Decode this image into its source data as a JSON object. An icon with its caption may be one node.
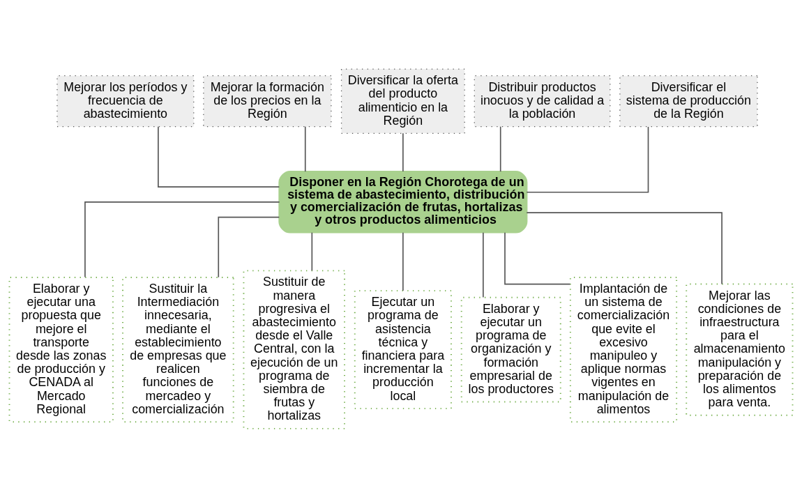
{
  "diagram": {
    "nodes": [
      {
        "text": [
          "Mejorar los períodos y frecuencia de abastecimiento"
        ]
      },
      {
        "text": [
          "Mejorar la formación de los precios en la Región"
        ]
      },
      {
        "text": [
          "Diversificar la oferta del producto alimenticio en la Región"
        ]
      },
      {
        "text": [
          "Distribuir productos inocuos y de calidad a la población"
        ]
      },
      {
        "text": [
          "Diversificar el sistema de producción de la Región"
        ]
      },
      {
        "text": [
          "Disponer en la Región Chorotega de un sistema de abastecimiento, distribución y comercialización de frutas, hortalizas y otros productos alimenticios"
        ]
      },
      {
        "text": [
          "Elaborar y ejecutar una propuesta que mejore el transporte desde las zonas de producción y CENADA al Mercado Regional"
        ]
      },
      {
        "text": [
          "Sustituir la Intermediación innecesaria, mediante el establecimiento de empresas que realicen funciones de mercadeo y comercialización"
        ]
      },
      {
        "text": [
          "Sustituir de manera progresiva el abastecimiento desde el Valle Central, con la ejecución de un programa de siembra de frutas y hortalizas"
        ]
      },
      {
        "text": [
          "Ejecutar un programa de asistencia técnica y financiera para incrementar la producción local"
        ]
      },
      {
        "text": [
          "Elaborar y ejecutar un programa de organización y formación empresarial de los productores"
        ]
      },
      {
        "text": [
          "Implantación de un sistema de comercialización que evite el excesivo manipuleo y aplique normas vigentes en manipulación de alimentos"
        ]
      },
      {
        "text": [
          "Mejorar las condiciones de infraestructura para el almacenamiento manipulación y preparación de los alimentos para venta."
        ]
      }
    ],
    "edges": [
      {
        "from": 0,
        "to": 5,
        "arrow": "none"
      },
      {
        "from": 1,
        "to": 5,
        "arrow": "none"
      },
      {
        "from": 2,
        "to": 5,
        "arrow": "none"
      },
      {
        "from": 3,
        "to": 5,
        "arrow": "none"
      },
      {
        "from": 4,
        "to": 5,
        "arrow": "none"
      },
      {
        "from": 5,
        "to": 6,
        "arrow": "none"
      },
      {
        "from": 5,
        "to": 7,
        "arrow": "none"
      },
      {
        "from": 5,
        "to": 8,
        "arrow": "none"
      },
      {
        "from": 5,
        "to": 9,
        "arrow": "none"
      },
      {
        "from": 5,
        "to": 10,
        "arrow": "none"
      },
      {
        "from": 5,
        "to": 11,
        "arrow": "none"
      },
      {
        "from": 5,
        "to": 12,
        "arrow": "none"
      }
    ]
  }
}
